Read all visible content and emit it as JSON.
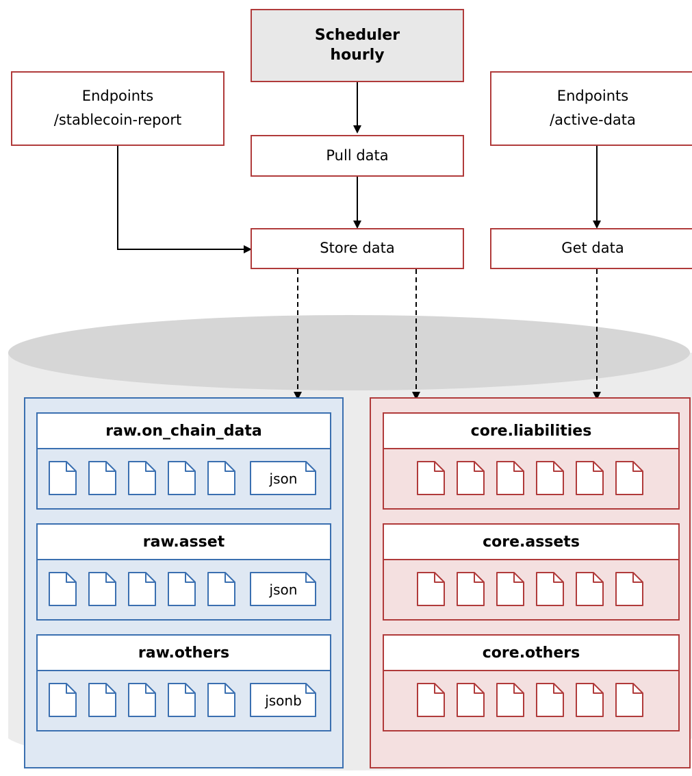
{
  "scheduler": {
    "line1": "Scheduler",
    "line2": "hourly"
  },
  "endpoints_left": {
    "title": "Endpoints",
    "path": "/stablecoin-report"
  },
  "endpoints_right": {
    "title": "Endpoints",
    "path": "/active-data"
  },
  "process": {
    "pull": "Pull data",
    "store": "Store data",
    "get": "Get data"
  },
  "raw_tables": [
    {
      "name": "raw.on_chain_data",
      "file_label": "json"
    },
    {
      "name": "raw.asset",
      "file_label": "json"
    },
    {
      "name": "raw.others",
      "file_label": "jsonb"
    }
  ],
  "core_tables": [
    {
      "name": "core.liabilities"
    },
    {
      "name": "core.assets"
    },
    {
      "name": "core.others"
    }
  ],
  "colors": {
    "red": "#b03a3a",
    "blue": "#3a6fb0",
    "gray": "#e8e8e8",
    "cylinder": "#ececec",
    "cylinder_top": "#d6d6d6"
  }
}
